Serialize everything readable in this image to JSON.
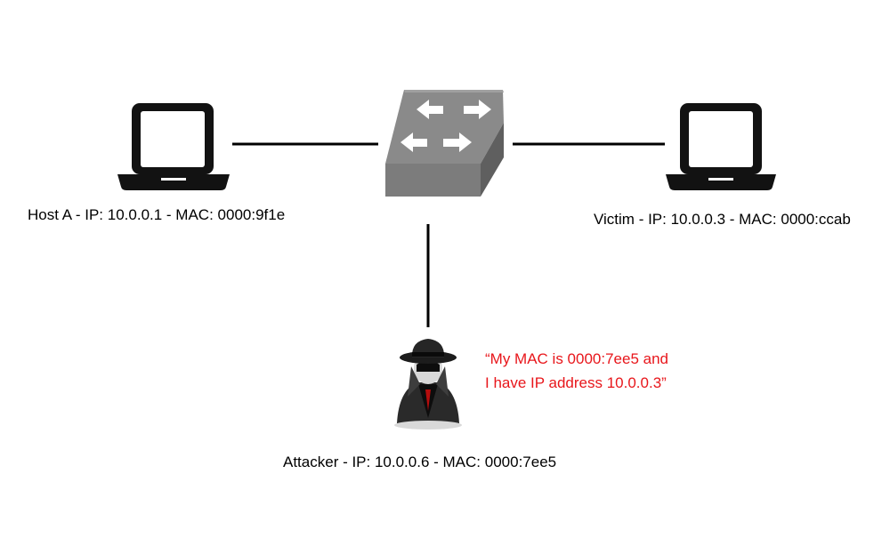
{
  "nodes": {
    "host_a": {
      "name": "Host A",
      "ip": "10.0.0.1",
      "mac": "0000:9f1e",
      "label": "Host A - IP:  10.0.0.1 - MAC: 0000:9f1e"
    },
    "victim": {
      "name": "Victim",
      "ip": "10.0.0.3",
      "mac": "0000:ccab",
      "label": "Victim - IP: 10.0.0.3 - MAC: 0000:ccab"
    },
    "attacker": {
      "name": "Attacker",
      "ip": "10.0.0.6",
      "mac": "0000:7ee5",
      "label": "Attacker - IP: 10.0.0.6 - MAC: 0000:7ee5"
    }
  },
  "attacker_claim": {
    "line1": "“My MAC is 0000:7ee5 and",
    "line2": "I have IP address 10.0.0.3”",
    "color": "#e8161b"
  },
  "icons": {
    "host_a": "laptop-icon",
    "victim": "laptop-icon",
    "switch": "network-switch-icon",
    "attacker": "spy-hacker-icon"
  },
  "links": [
    {
      "from": "host_a",
      "to": "switch"
    },
    {
      "from": "switch",
      "to": "victim"
    },
    {
      "from": "switch",
      "to": "attacker"
    }
  ]
}
